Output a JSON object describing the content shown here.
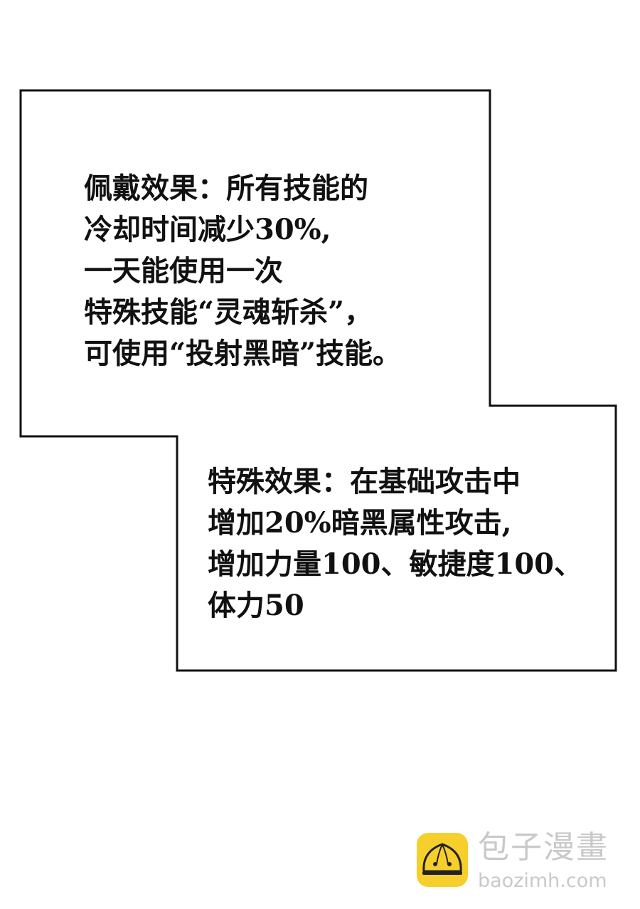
{
  "panel": {
    "box1_lines": [
      "佩戴效果：所有技能的",
      "冷却时间减少30%,",
      "一天能使用一次",
      "特殊技能“灵魂斩杀”，",
      "可使用“投射黑暗”技能。"
    ],
    "box2_lines": [
      "特殊效果：在基础攻击中",
      "增加20%暗黑属性攻击,",
      "增加力量100、敏捷度100、",
      "体力50"
    ]
  },
  "watermark": {
    "name": "包子漫畫",
    "url": "baozimh.com",
    "logo_color": "#f7cf2c",
    "icon": "steamed-bun-icon"
  }
}
